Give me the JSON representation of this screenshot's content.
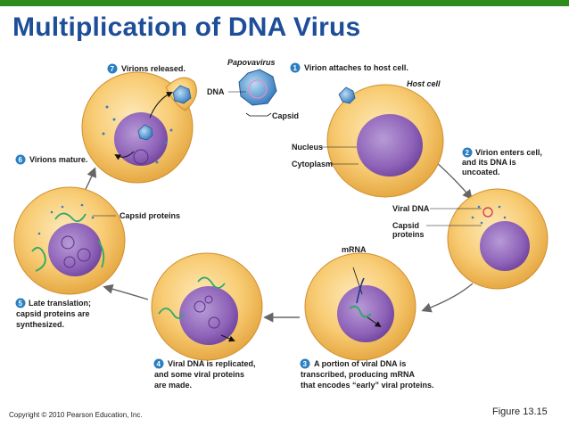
{
  "title": "Multiplication of DNA Virus",
  "labels": {
    "papovavirus": "Papovavirus",
    "dna": "DNA",
    "capsid": "Capsid",
    "host_cell": "Host cell",
    "nucleus": "Nucleus",
    "cytoplasm": "Cytoplasm",
    "viral_dna": "Viral DNA",
    "capsid_proteins_line1": "Capsid",
    "capsid_proteins_line2": "proteins",
    "mrna": "mRNA",
    "capsid_proteins_left": "Capsid proteins"
  },
  "steps": [
    {
      "num": "1",
      "lines": [
        "Virion attaches to host cell."
      ]
    },
    {
      "num": "2",
      "lines": [
        "Virion enters cell,",
        "and its DNA is",
        "uncoated."
      ]
    },
    {
      "num": "3",
      "lines": [
        "A portion of viral DNA is",
        "transcribed, producing mRNA",
        "that encodes “early” viral proteins."
      ]
    },
    {
      "num": "4",
      "lines": [
        "Viral DNA is replicated,",
        "and some viral proteins",
        "are made."
      ]
    },
    {
      "num": "5",
      "lines": [
        "Late translation;",
        "capsid proteins are",
        "synthesized."
      ]
    },
    {
      "num": "6",
      "lines": [
        "Virions mature."
      ]
    },
    {
      "num": "7",
      "lines": [
        "Virions released."
      ]
    }
  ],
  "copyright": "Copyright © 2010 Pearson Education, Inc.",
  "figure": "Figure 13.15",
  "colors": {
    "accent_bar": "#2e8b1e",
    "title": "#1f4e99",
    "step_badge": "#2a7fc1",
    "cell_fill": "#f7c66b",
    "nucleus": "#8e62b8",
    "arrow": "#666666"
  }
}
